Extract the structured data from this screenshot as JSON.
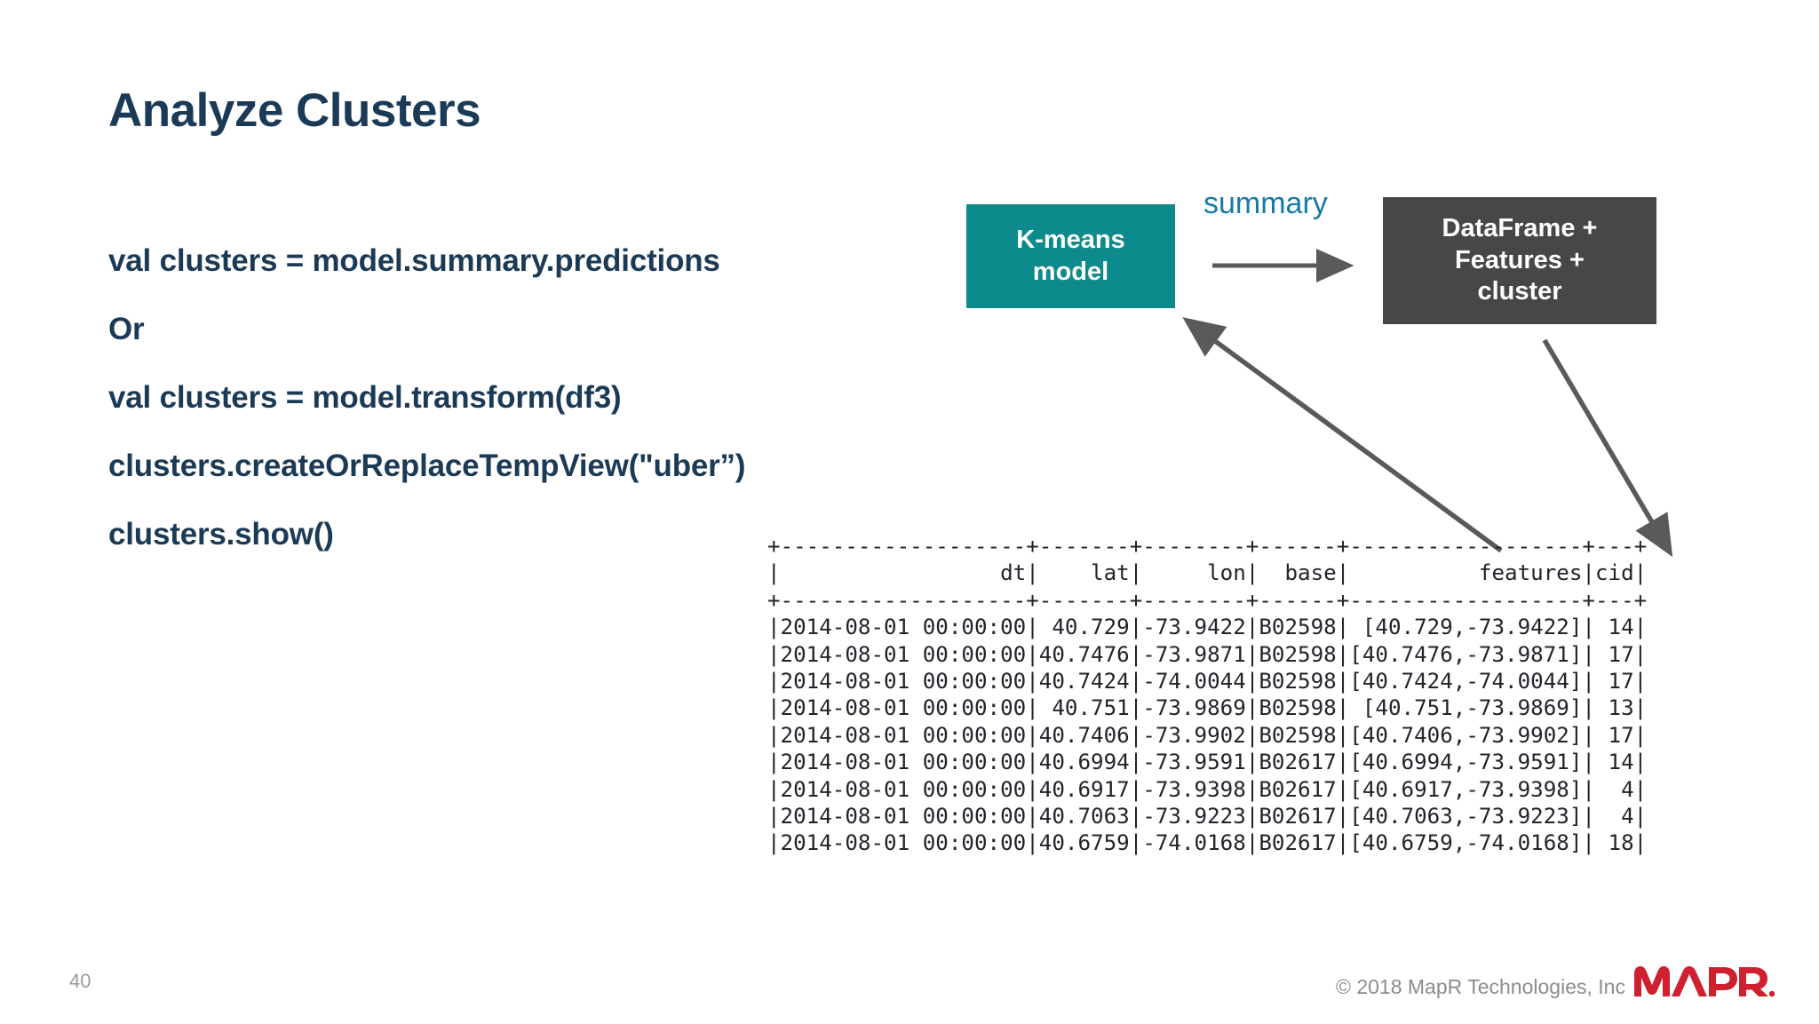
{
  "slide": {
    "title": "Analyze Clusters",
    "number": "40",
    "copyright": "© 2018 MapR Technologies, Inc",
    "logo_text": "MAPR",
    "logo_color": "#cf2030",
    "title_color": "#1b3a56"
  },
  "code": {
    "lines": [
      "val clusters = model.summary.predictions",
      "Or",
      "val clusters = model.transform(df3)",
      "clusters.createOrReplaceTempView(\"uber”)",
      "clusters.show()"
    ]
  },
  "diagram": {
    "kmeans_box": {
      "label": "K-means\nmodel",
      "line1": "K-means",
      "line2": "model",
      "color": "#0d8a8c",
      "text_color": "#ffffff"
    },
    "dataframe_box": {
      "line1": "DataFrame +",
      "line2": "Features +",
      "line3": "cluster",
      "color": "#474648",
      "text_color": "#ffffff"
    },
    "summary_label": "summary",
    "summary_color": "#1779a8",
    "arrow_color": "#5a5a5a"
  },
  "console": {
    "columns": [
      "dt",
      "lat",
      "lon",
      "base",
      "features",
      "cid"
    ],
    "separator": "+-------------------+-------+--------+------+------------------+---+",
    "header": "|                 dt|    lat|     lon|  base|          features|cid|",
    "rows": [
      {
        "dt": "2014-08-01 00:00:00",
        "lat": "40.729",
        "lon": "-73.9422",
        "base": "B02598",
        "features": "[40.729,-73.9422]",
        "cid": "14"
      },
      {
        "dt": "2014-08-01 00:00:00",
        "lat": "40.7476",
        "lon": "-73.9871",
        "base": "B02598",
        "features": "[40.7476,-73.9871]",
        "cid": "17"
      },
      {
        "dt": "2014-08-01 00:00:00",
        "lat": "40.7424",
        "lon": "-74.0044",
        "base": "B02598",
        "features": "[40.7424,-74.0044]",
        "cid": "17"
      },
      {
        "dt": "2014-08-01 00:00:00",
        "lat": "40.751",
        "lon": "-73.9869",
        "base": "B02598",
        "features": "[40.751,-73.9869]",
        "cid": "13"
      },
      {
        "dt": "2014-08-01 00:00:00",
        "lat": "40.7406",
        "lon": "-73.9902",
        "base": "B02598",
        "features": "[40.7406,-73.9902]",
        "cid": "17"
      },
      {
        "dt": "2014-08-01 00:00:00",
        "lat": "40.6994",
        "lon": "-73.9591",
        "base": "B02617",
        "features": "[40.6994,-73.9591]",
        "cid": "14"
      },
      {
        "dt": "2014-08-01 00:00:00",
        "lat": "40.6917",
        "lon": "-73.9398",
        "base": "B02617",
        "features": "[40.6917,-73.9398]",
        "cid": "4"
      },
      {
        "dt": "2014-08-01 00:00:00",
        "lat": "40.7063",
        "lon": "-73.9223",
        "base": "B02617",
        "features": "[40.7063,-73.9223]",
        "cid": "4"
      },
      {
        "dt": "2014-08-01 00:00:00",
        "lat": "40.6759",
        "lon": "-74.0168",
        "base": "B02617",
        "features": "[40.6759,-74.0168]",
        "cid": "18"
      }
    ],
    "text": "+-------------------+-------+--------+------+------------------+---+\n|                 dt|    lat|     lon|  base|          features|cid|\n+-------------------+-------+--------+------+------------------+---+\n|2014-08-01 00:00:00| 40.729|-73.9422|B02598| [40.729,-73.9422]| 14|\n|2014-08-01 00:00:00|40.7476|-73.9871|B02598|[40.7476,-73.9871]| 17|\n|2014-08-01 00:00:00|40.7424|-74.0044|B02598|[40.7424,-74.0044]| 17|\n|2014-08-01 00:00:00| 40.751|-73.9869|B02598| [40.751,-73.9869]| 13|\n|2014-08-01 00:00:00|40.7406|-73.9902|B02598|[40.7406,-73.9902]| 17|\n|2014-08-01 00:00:00|40.6994|-73.9591|B02617|[40.6994,-73.9591]| 14|\n|2014-08-01 00:00:00|40.6917|-73.9398|B02617|[40.6917,-73.9398]|  4|\n|2014-08-01 00:00:00|40.7063|-73.9223|B02617|[40.7063,-73.9223]|  4|\n|2014-08-01 00:00:00|40.6759|-74.0168|B02617|[40.6759,-74.0168]| 18|"
  }
}
